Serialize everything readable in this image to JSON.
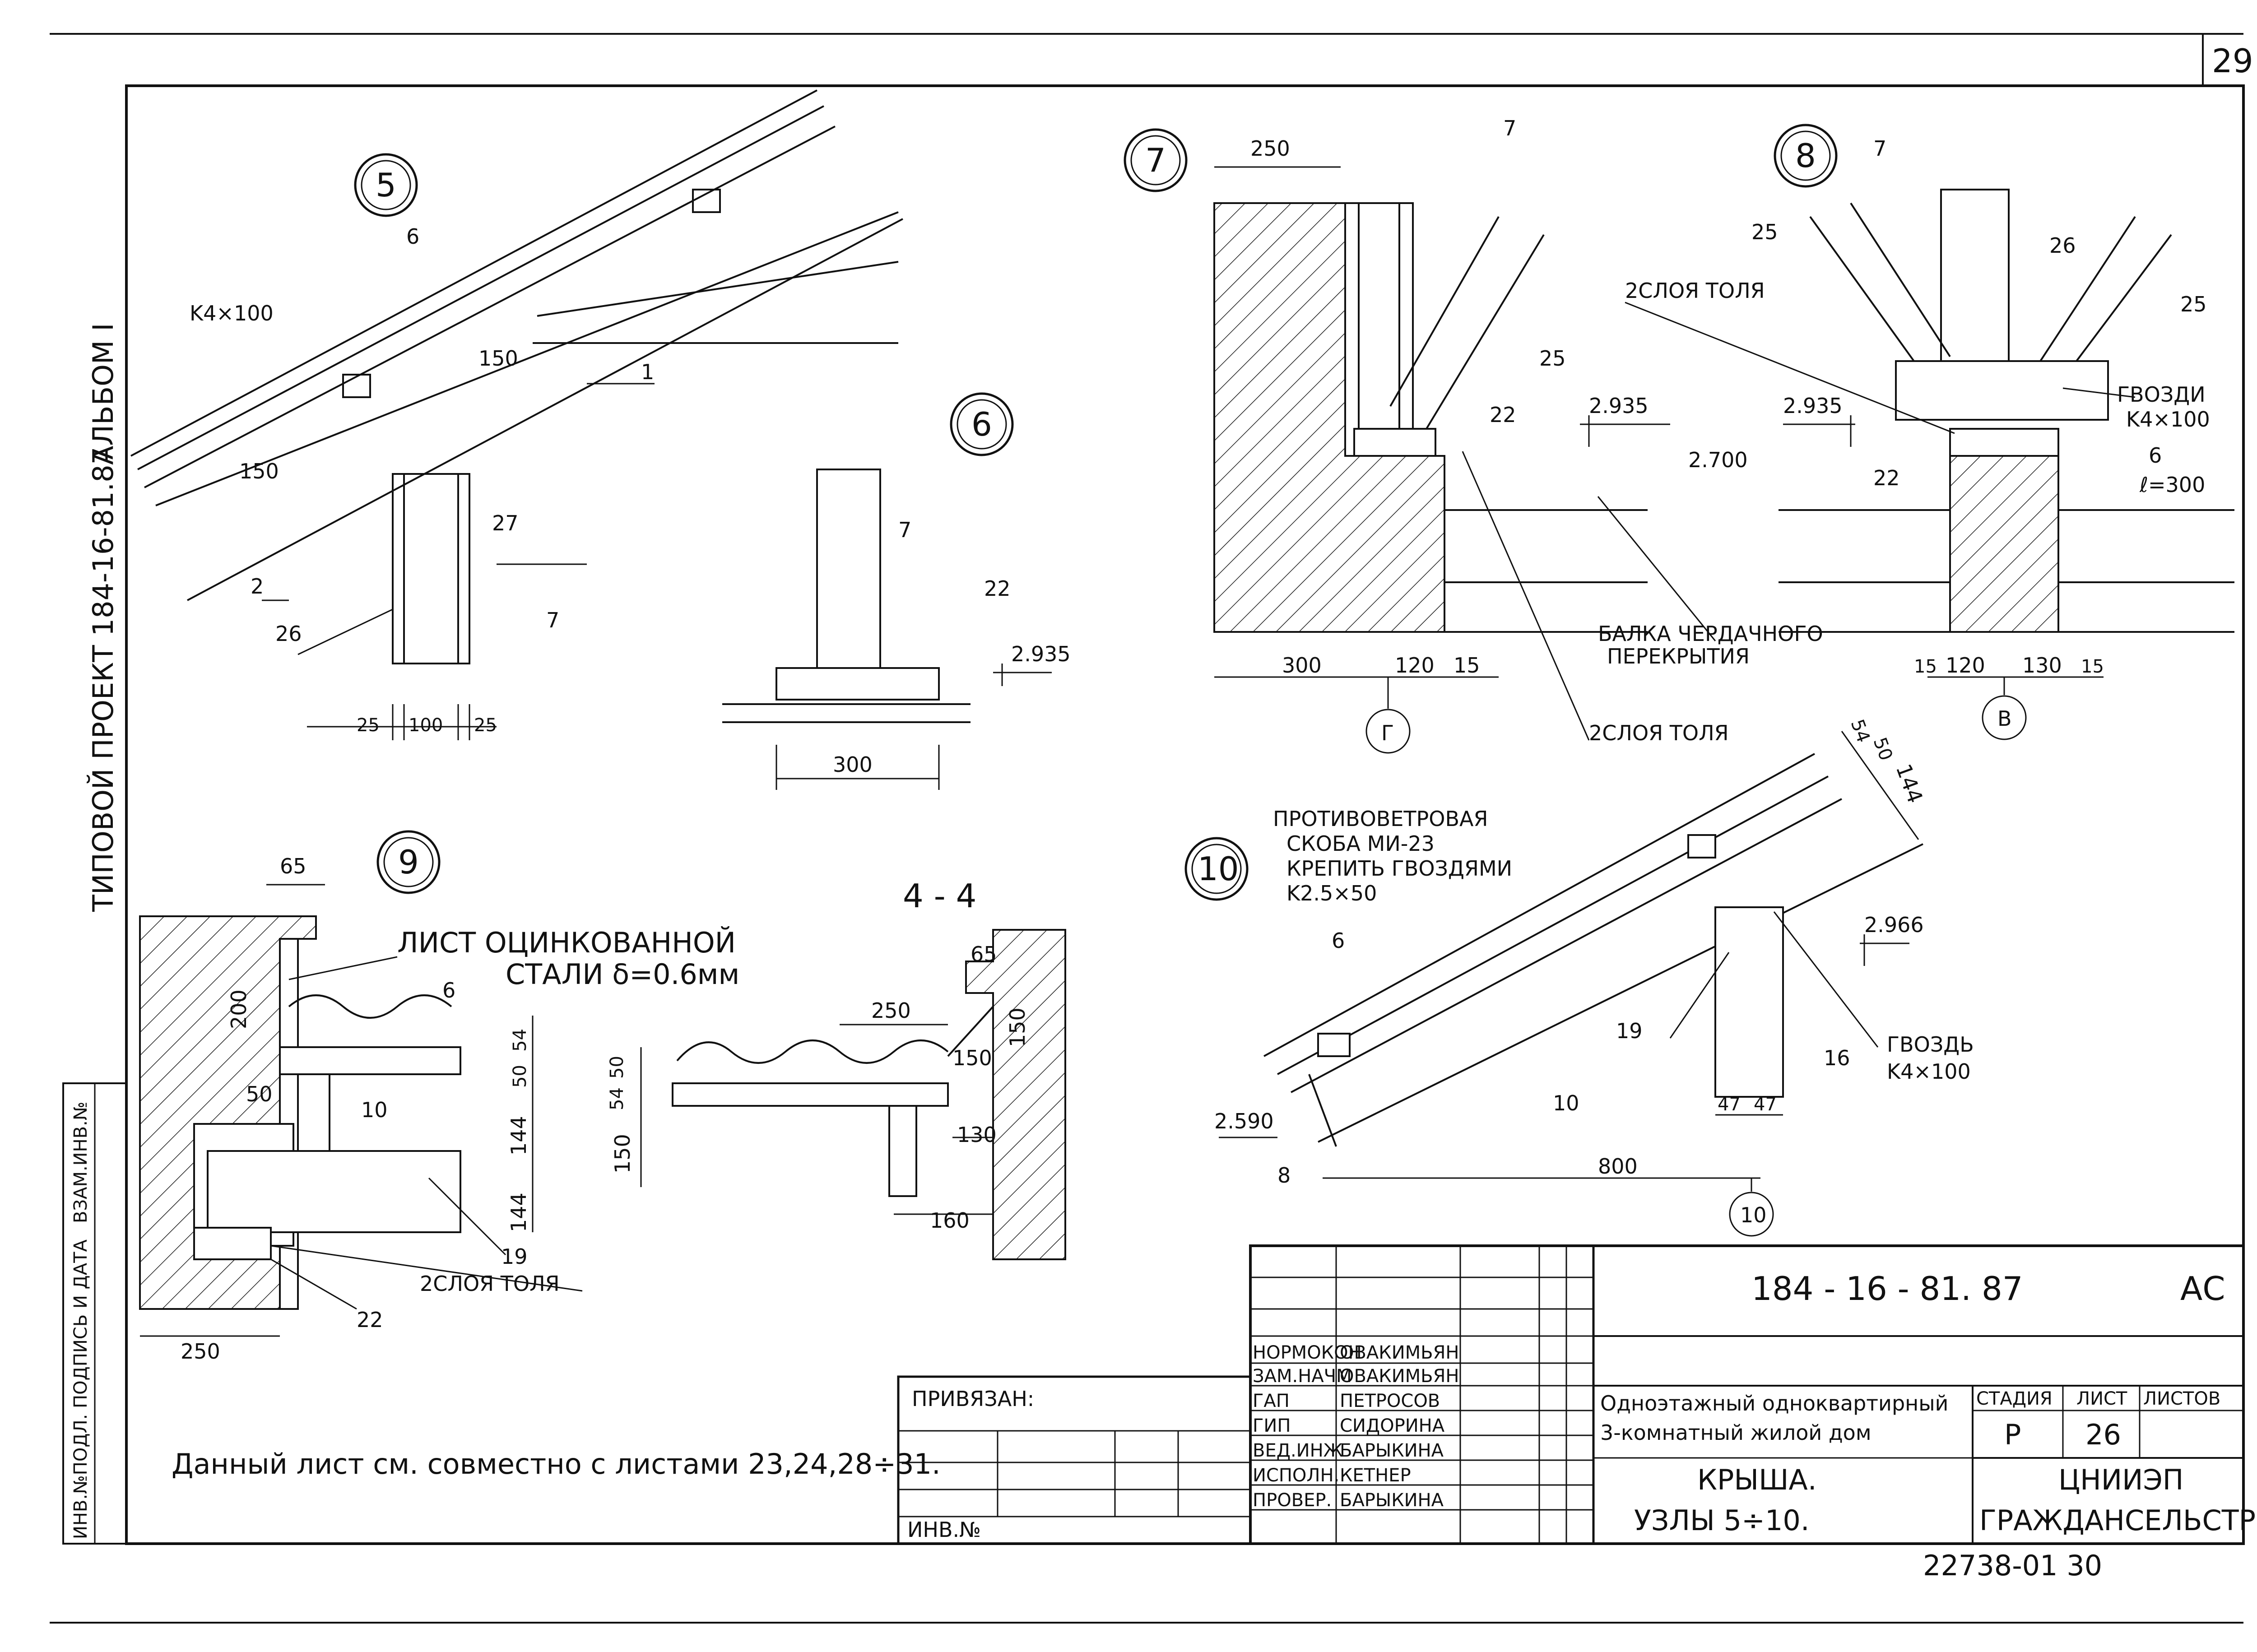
{
  "sheet": {
    "sheet_number": "29",
    "margin_column": [
      "АЛЬБОМ I",
      "ТИПОВОЙ ПРОЕКТ 184-16-81.87"
    ],
    "left_strip": [
      "ИНВ.№ПОДЛ.",
      "ПОДПИСЬ И ДАТА",
      "ВЗАМ.ИНВ.№"
    ]
  },
  "details": {
    "n5": {
      "marker": "5",
      "labels": {
        "k4": "K4×100",
        "six": "6",
        "d150a": "150",
        "d150b": "150",
        "one": "1",
        "two": "2",
        "twentysix": "26",
        "twentyseven": "27",
        "seven": "7"
      },
      "dims": [
        "25",
        "100",
        "25"
      ]
    },
    "n6": {
      "marker": "6",
      "labels": {
        "seven": "7",
        "twentytwo": "22",
        "elev": "2.935"
      },
      "dims": [
        "300"
      ]
    },
    "n7": {
      "marker": "7",
      "labels": {
        "d250": "250",
        "seven": "7",
        "twentyfive": "25",
        "twentytwo": "22",
        "elev": "2.935",
        "layers": "2СЛОЯ ТОЛЯ",
        "layers2": "2СЛОЯ ТОЛЯ",
        "beam1": "БАЛКА ЧЕРДАЧНОГО",
        "beam2": "ПЕРЕКРЫТИЯ",
        "elev2": "2.700"
      },
      "dims": [
        "300",
        "120",
        "15"
      ],
      "axis": "Г"
    },
    "n8": {
      "marker": "8",
      "labels": {
        "seven": "7",
        "twentyfive_l": "25",
        "twentysix": "26",
        "twentyfive_r": "25",
        "nails": "ГВОЗДИ",
        "nails2": "K4×100",
        "six": "6",
        "l300": "ℓ=300",
        "twentytwo": "22",
        "elev": "2.935"
      },
      "dims": [
        "15",
        "120",
        "130",
        "15"
      ],
      "axis": "В"
    },
    "n9": {
      "marker": "9",
      "labels": {
        "d65": "65",
        "d200": "200",
        "sheet1": "ЛИСТ ОЦИНКОВАННОЙ",
        "sheet2": "СТАЛИ δ=0.6мм",
        "six": "6",
        "fifty": "50",
        "ten": "10",
        "nineteen": "19",
        "twentytwo": "22",
        "layers": "2СЛОЯ ТОЛЯ",
        "d250": "250"
      },
      "dims_v": [
        "54",
        "50",
        "144",
        "144"
      ]
    },
    "s44": {
      "marker": "4 - 4",
      "labels": {
        "d65": "65",
        "d250": "250",
        "d150a": "150",
        "d150b": "150",
        "d130": "130",
        "d160": "160"
      },
      "dims_v": [
        "50",
        "54",
        "150"
      ]
    },
    "n10": {
      "marker": "10",
      "labels": {
        "wind1": "ПРОТИВОВЕТРОВАЯ",
        "wind2": "СКОБА МИ-23",
        "wind3": "КРЕПИТЬ ГВОЗДЯМИ",
        "wind4": "K2.5×50",
        "six": "6",
        "nineteen": "19",
        "ten": "10",
        "sixteen": "16",
        "nail1": "ГВОЗДЬ",
        "nail2": "K4×100",
        "elev1": "2.966",
        "elev2": "2.590",
        "eight": "8",
        "d800": "800",
        "d47a": "47",
        "d47b": "47",
        "d54": "54",
        "d50": "50",
        "d144": "144"
      },
      "axis": "10"
    }
  },
  "note": "Данный лист см. совместно с листами 23,24,28÷31.",
  "title_block": {
    "code": "184 - 16 - 81. 87",
    "mark": "АС",
    "privyazan": "ПРИВЯЗАН:",
    "inv": "ИНВ.№",
    "roles": [
      {
        "role": "НОРМОКОН",
        "name": "ОВАКИМЬЯН"
      },
      {
        "role": "ЗАМ.НАЧМ",
        "name": "ОВАКИМЬЯН"
      },
      {
        "role": "ГАП",
        "name": "ПЕТРОСОВ"
      },
      {
        "role": "ГИП",
        "name": "СИДОРИНА"
      },
      {
        "role": "ВЕД.ИНЖ",
        "name": "БАРЫКИНА"
      },
      {
        "role": "ИСПОЛН.",
        "name": "КЕТНЕР"
      },
      {
        "role": "ПРОВЕР.",
        "name": "БАРЫКИНА"
      }
    ],
    "project_line1": "Одноэтажный одноквартирный",
    "project_line2": "3-комнатный жилой дом",
    "sheet_title1": "КРЫША.",
    "sheet_title2": "УЗЛЫ 5÷10.",
    "stage_hdr": "СТАДИЯ",
    "list_hdr": "ЛИСТ",
    "lists_hdr": "ЛИСТОВ",
    "stage": "Р",
    "list": "26",
    "lists": "",
    "org1": "ЦНИИЭП",
    "org2": "ГРАЖДАНСЕЛЬСТРОЙ"
  },
  "footer_code": "22738-01  30"
}
